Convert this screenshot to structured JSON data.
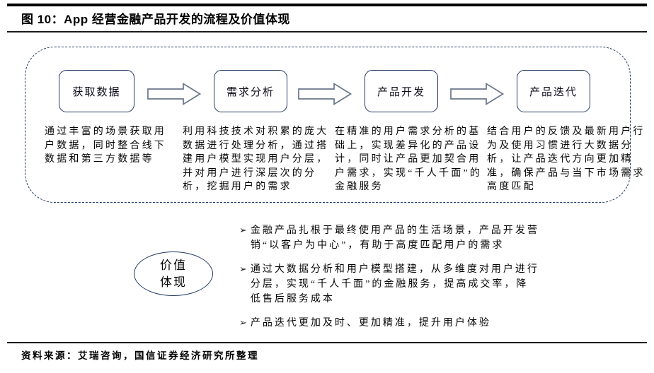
{
  "header": {
    "title": "图 10：App 经营金融产品开发的流程及价值体现"
  },
  "flow": {
    "stages": [
      {
        "label": "获取数据",
        "description": "通过丰富的场景获取用户数据，同时整合线下数据和第三方数据等"
      },
      {
        "label": "需求分析",
        "description": "利用科技技术对积累的庞大数据进行处理分析，通过搭建用户模型实现用户分层，并对用户进行深层次的分析，挖掘用户的需求"
      },
      {
        "label": "产品开发",
        "description": "在精准的用户需求分析的基础上，实现差异化的产品设计，同时让产品更加契合用户需求，实现“千人千面”的金融服务"
      },
      {
        "label": "产品迭代",
        "description": "结合用户的反馈及最新用户行为及使用习惯进行大数据分析，让产品迭代方向更加精准，确保产品与当下市场需求高度匹配"
      }
    ]
  },
  "value": {
    "ellipse_lines": [
      "价值",
      "体现"
    ],
    "marker": "➢",
    "bullets": [
      "金融产品扎根于最终使用产品的生活场景，产品开发营销“以客户为中心”，有助于高度匹配用户的需求",
      "通过大数据分析和用户模型搭建，从多维度对用户进行分层，实现“千人千面”的金融服务，提高成交率，降低售后服务成本",
      "产品迭代更加及时、更加精准，提升用户体验"
    ]
  },
  "footer": {
    "source": "资料来源：艾瑞咨询，国信证券经济研究所整理"
  },
  "colors": {
    "navy": "#203864",
    "arrow_outline": "#6a768d",
    "rule_black": "#000000"
  }
}
